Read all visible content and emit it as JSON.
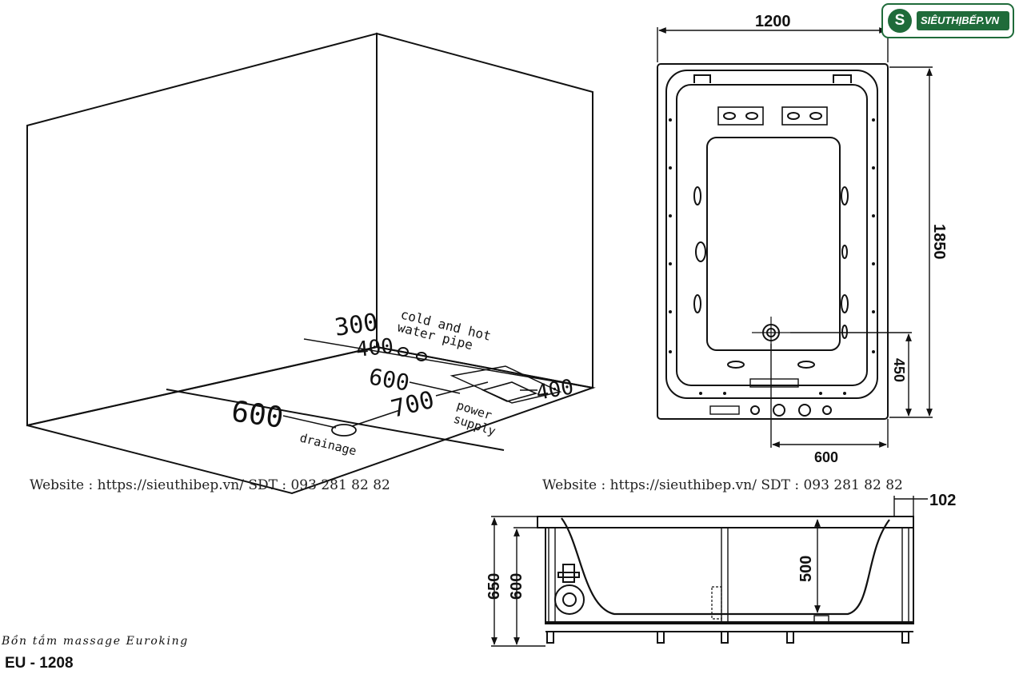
{
  "logo": {
    "mark": "S",
    "text": "SIÊUTHỊBẾP.VN"
  },
  "iso_view": {
    "label_300": "300",
    "label_400_left": "400",
    "label_600_mid": "600",
    "label_700": "700",
    "label_400_right": "400",
    "label_600_front": "600",
    "pipe_note_line1": "cold and hot",
    "pipe_note_line2": "water pipe",
    "power_line1": "power",
    "power_line2": "supply",
    "drainage": "drainage"
  },
  "top_view": {
    "width_label": "1200",
    "length_label": "1850",
    "drain_offset_label": "450",
    "drain_side_label": "600"
  },
  "side_view": {
    "total_height": "650",
    "frame_height": "600",
    "inner_depth": "500",
    "rim_width": "102"
  },
  "footer": {
    "left": "Website : https://sieuthibep.vn/     SDT : 093 281 82 82",
    "right": "Website : https://sieuthibep.vn/ SDT : 093 281 82 82"
  },
  "product": {
    "subtitle": "Bồn tắm massage Euroking",
    "code": "EU - 1208"
  }
}
